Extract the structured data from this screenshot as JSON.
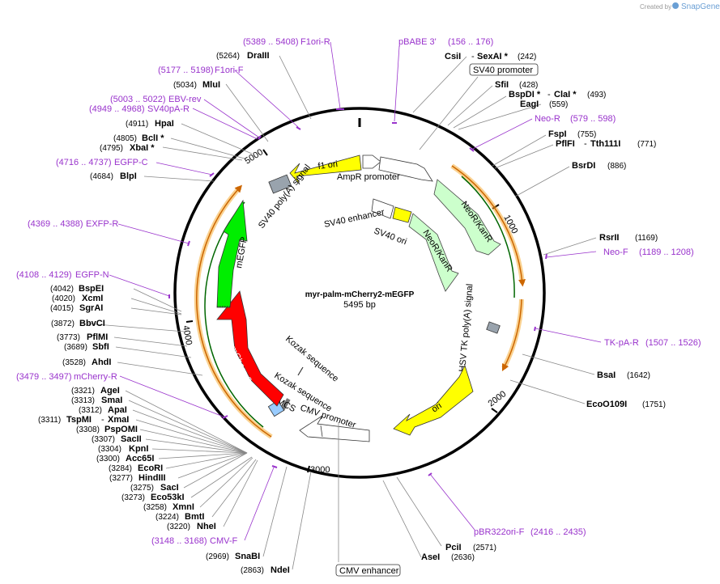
{
  "credit": {
    "created_by": "Created by",
    "brand": "SnapGene"
  },
  "center": {
    "name": "myr-palm-mCherry2-mEGFP",
    "size": "5495 bp"
  },
  "ticks": [
    "1000",
    "2000",
    "3000",
    "4000",
    "5000"
  ],
  "features": {
    "f1_ori": "f1 ori",
    "ampr_promoter": "AmpR promoter",
    "sv40_polya_left": "SV40 poly(A) signal",
    "sv40_enhancer": "SV40 enhancer",
    "sv40_ori": "SV40 ori",
    "neor_outer": "NeoR/KanR",
    "neor_inner": "NeoR/KanR",
    "hsv_tk": "HSV TK poly(A) signal",
    "ori": "ori",
    "cmv_promoter": "CMV promoter",
    "mcs": "MCS",
    "kozak1": "Kozak sequence",
    "kozak2": "Kozak sequence",
    "mcherry2": "mCherry2",
    "megfp": "mEGFP"
  },
  "boxed": {
    "sv40_promoter": "SV40 promoter",
    "cmv_enhancer": "CMV enhancer"
  },
  "primers": {
    "f1ori_r": {
      "range": "(5389 .. 5408)",
      "name": "F1ori-R"
    },
    "pbabe3": {
      "name": "pBABE 3'",
      "range": "(156 .. 176)"
    },
    "f1ori_f": {
      "range": "(5177 .. 5198)",
      "name": "F1ori-F"
    },
    "ebv_rev": {
      "range": "(5003 .. 5022)",
      "name": "EBV-rev"
    },
    "sv40pa_r": {
      "range": "(4949 .. 4968)",
      "name": "SV40pA-R"
    },
    "neo_r": {
      "name": "Neo-R",
      "range": "(579 .. 598)"
    },
    "egfp_c": {
      "range": "(4716 .. 4737)",
      "name": "EGFP-C"
    },
    "exfp_r": {
      "range": "(4369 .. 4388)",
      "name": "EXFP-R"
    },
    "neo_f": {
      "name": "Neo-F",
      "range": "(1189 .. 1208)"
    },
    "egfp_n": {
      "range": "(4108 .. 4129)",
      "name": "EGFP-N"
    },
    "tk_pa_r": {
      "name": "TK-pA-R",
      "range": "(1507 .. 1526)"
    },
    "mcherry_r": {
      "range": "(3479 .. 3497)",
      "name": "mCherry-R"
    },
    "cmv_f": {
      "range": "(3148 .. 3168)",
      "name": "CMV-F"
    },
    "pbr322ori_f": {
      "name": "pBR322ori-F",
      "range": "(2416 .. 2435)"
    }
  },
  "sites_right": {
    "csii": {
      "name": "CsiI",
      "sep": "-",
      "name2": "SexAI *",
      "pos": "(242)"
    },
    "sfii": {
      "name": "SfiI",
      "pos": "(428)"
    },
    "bspdi": {
      "name": "BspDI *",
      "sep": "-",
      "name2": "ClaI *",
      "pos": "(493)"
    },
    "eagi": {
      "name": "EagI",
      "pos": "(559)"
    },
    "fspi": {
      "name": "FspI",
      "pos": "(755)"
    },
    "pflfi": {
      "name": "PflFI",
      "sep": "-",
      "name2": "Tth111I",
      "pos": "(771)"
    },
    "bsrdi": {
      "name": "BsrDI",
      "pos": "(886)"
    },
    "rsrii": {
      "name": "RsrII",
      "pos": "(1169)"
    },
    "bsai": {
      "name": "BsaI",
      "pos": "(1642)"
    },
    "eco0109i": {
      "name": "EcoO109I",
      "pos": "(1751)"
    },
    "pcii": {
      "name": "PciI",
      "pos": "(2571)"
    },
    "asei": {
      "name": "AseI",
      "pos": "(2636)"
    }
  },
  "sites_left": {
    "draiii": {
      "pos": "(5264)",
      "name": "DraIII"
    },
    "mlui": {
      "pos": "(5034)",
      "name": "MluI"
    },
    "hpai": {
      "pos": "(4911)",
      "name": "HpaI"
    },
    "bcli": {
      "pos": "(4805)",
      "name": "BclI *"
    },
    "xbai": {
      "pos": "(4795)",
      "name": "XbaI *"
    },
    "blpi": {
      "pos": "(4684)",
      "name": "BlpI"
    },
    "bspei": {
      "pos": "(4042)",
      "name": "BspEI"
    },
    "xcmi": {
      "pos": "(4020)",
      "name": "XcmI"
    },
    "sgrai": {
      "pos": "(4015)",
      "name": "SgrAI"
    },
    "bbvci": {
      "pos": "(3872)",
      "name": "BbvCI"
    },
    "pflmi": {
      "pos": "(3773)",
      "name": "PflMI"
    },
    "sbfi": {
      "pos": "(3689)",
      "name": "SbfI"
    },
    "ahdi": {
      "pos": "(3528)",
      "name": "AhdI"
    },
    "agei": {
      "pos": "(3321)",
      "name": "AgeI"
    },
    "smai": {
      "pos": "(3313)",
      "name": "SmaI"
    },
    "apai": {
      "pos": "(3312)",
      "name": "ApaI"
    },
    "tspmi": {
      "pos": "(3311)",
      "name": "TspMI",
      "sep": "-",
      "name2": "XmaI"
    },
    "pspomi": {
      "pos": "(3308)",
      "name": "PspOMI"
    },
    "sacii": {
      "pos": "(3307)",
      "name": "SacII"
    },
    "kpni": {
      "pos": "(3304)",
      "name": "KpnI"
    },
    "acc65i": {
      "pos": "(3300)",
      "name": "Acc65I"
    },
    "ecori": {
      "pos": "(3284)",
      "name": "EcoRI"
    },
    "hindiii": {
      "pos": "(3277)",
      "name": "HindIII"
    },
    "saci": {
      "pos": "(3275)",
      "name": "SacI"
    },
    "eco53ki": {
      "pos": "(3273)",
      "name": "Eco53kI"
    },
    "xmni": {
      "pos": "(3258)",
      "name": "XmnI"
    },
    "bmti": {
      "pos": "(3224)",
      "name": "BmtI"
    },
    "nhei": {
      "pos": "(3220)",
      "name": "NheI"
    },
    "snabi": {
      "pos": "(2969)",
      "name": "SnaBI"
    },
    "ndei": {
      "pos": "(2863)",
      "name": "NdeI"
    }
  },
  "colors": {
    "primer": "#9933cc",
    "ring": "#000000",
    "f1ori": "#ffff00",
    "neor": "#ccffcc",
    "mcherry": "#ff0000",
    "megfp": "#00ee00",
    "orf_orange": "#f5a623",
    "mcs_blue": "#99ccff"
  }
}
